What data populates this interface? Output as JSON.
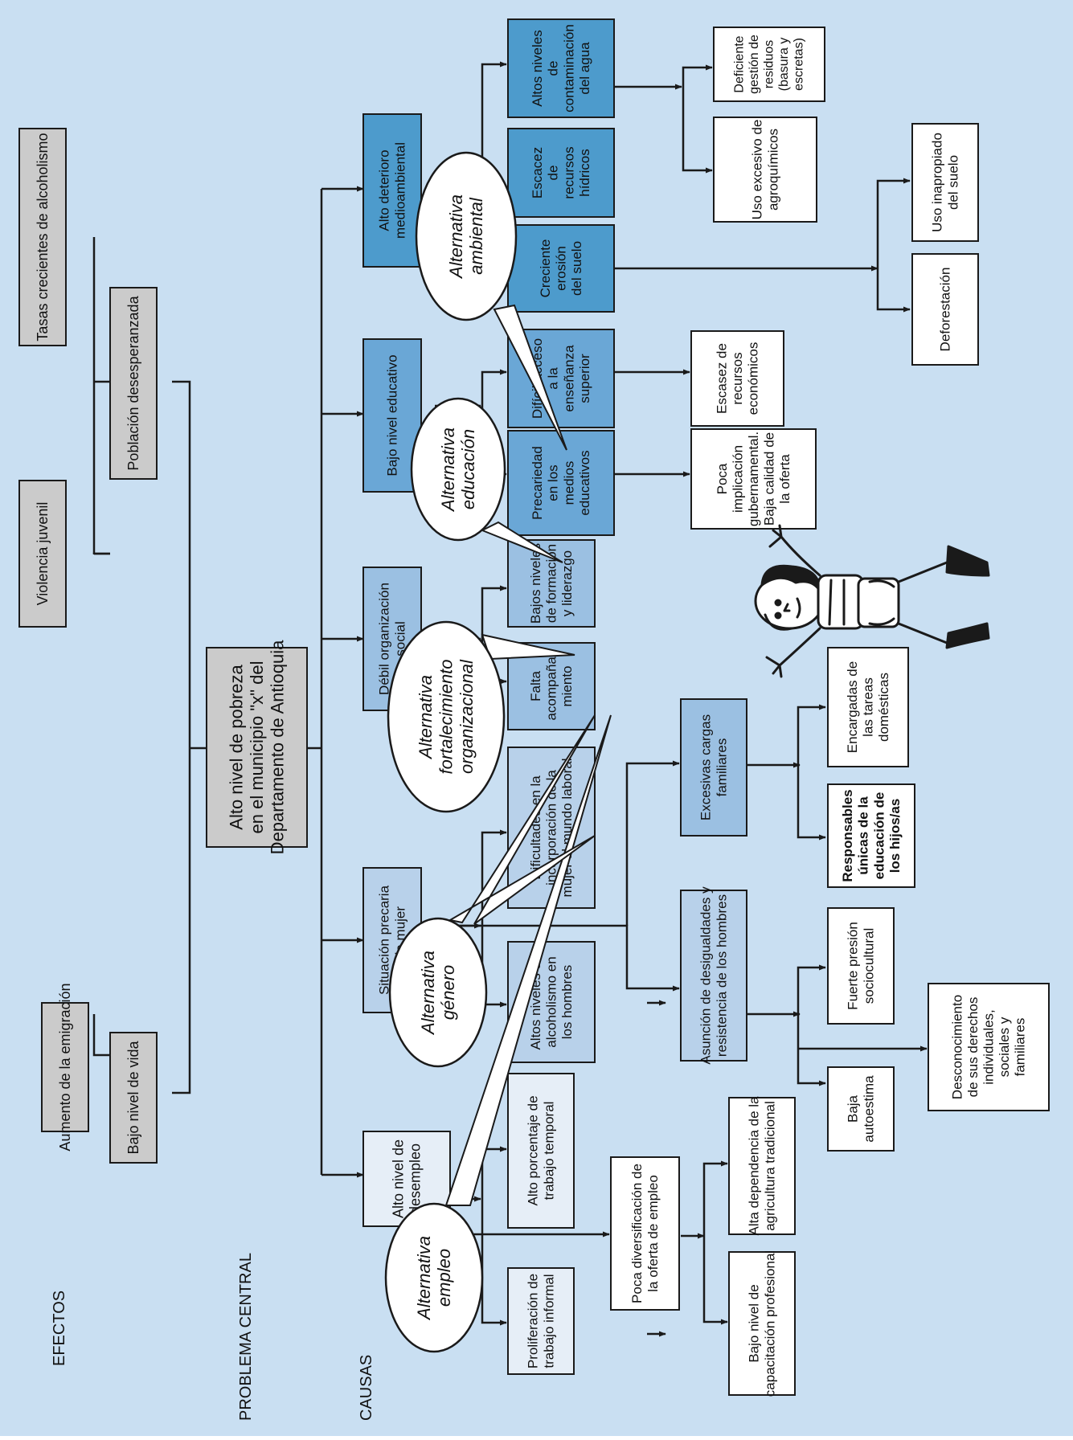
{
  "colors": {
    "background": "#c9dff2",
    "effect_box": "#cbcbcb",
    "central_box": "#cbcbcb",
    "level1_dark": "#4d9bcc",
    "level1_mid": "#6aa7d6",
    "level1_light": "#9bc0e2",
    "level1_lighter": "#b8d1ea",
    "level1_palest": "#e6eef7",
    "level2_dark": "#4d9bcc",
    "level2_mid": "#6aa7d6",
    "level2_light": "#9bc0e2",
    "level2_palest": "#e6eef7",
    "white_box": "#ffffff",
    "line": "#1a1a1a"
  },
  "sections": {
    "effects": "EFECTOS",
    "central": "PROBLEMA CENTRAL",
    "causes": "CAUSAS"
  },
  "effects": {
    "emigracion": [
      "Aumento de la emigración"
    ],
    "bajo_nivel_vida": [
      "Bajo nivel de vida"
    ],
    "violencia": [
      "Violencia juvenil"
    ],
    "desesperanza": [
      "Población desesperanzada"
    ],
    "alcoholismo": [
      "Tasas crecientes de alcoholismo"
    ]
  },
  "central_problem": [
    "Alto nivel de pobreza",
    "en el municipio \"x\" del",
    "Departamento de Antioquia"
  ],
  "causes": {
    "desempleo": [
      "Alto nivel de",
      "desempleo"
    ],
    "mujer": [
      "Situación precaria",
      "de la mujer"
    ],
    "organizacion": [
      "Débil organización",
      "social"
    ],
    "educativo": [
      "Bajo nivel educativo"
    ],
    "medioambiental": [
      "Alto deterioro",
      "medioambiental"
    ]
  },
  "subcauses": {
    "informal": [
      "Proliferación de",
      "trabajo informal"
    ],
    "temporal": [
      "Alto porcentaje de",
      "trabajo temporal"
    ],
    "alcoholismo_hombres": [
      "Altos niveles de",
      "alcoholismo en",
      "los hombres"
    ],
    "dificultades": [
      "Dificultades en la",
      "incorporación de la",
      "mujer al mundo laboral"
    ],
    "acompanamiento": [
      "Falta",
      "acompaña-",
      "miento"
    ],
    "formacion": [
      "Bajos niveles",
      "de formación",
      "y liderazgo"
    ],
    "precariedad": [
      "Precariedad",
      "en los",
      "medios",
      "educativos"
    ],
    "acceso": [
      "Difícil acceso",
      "a la",
      "enseñanza",
      "superior"
    ],
    "erosion": [
      "Creciente",
      "erosión",
      "del suelo"
    ],
    "hidricos": [
      "Escacez",
      "de",
      "recursos",
      "hídricos"
    ],
    "contaminacion": [
      "Altos niveles",
      "de",
      "contaminación",
      "del agua"
    ]
  },
  "third_level": {
    "diversificacion": [
      "Poca diversificación de",
      "la oferta de empleo"
    ],
    "desigualdades": [
      "Asunción de desigualdades y",
      "resistencia de los hombres"
    ],
    "cargas": [
      "Excesivas cargas",
      "familiares"
    ],
    "capacitacion": [
      "Bajo nivel de",
      "capacitación profesional"
    ],
    "agricultura": [
      "Alta dependencia de la",
      "agricultura tradicional"
    ],
    "autoestima": [
      "Baja",
      "autoestima"
    ],
    "desconocimiento": [
      "Desconocimiento",
      "de sus derechos",
      "individuales,",
      "sociales y",
      "familiares"
    ],
    "presion": [
      "Fuerte presión",
      "sociocultural"
    ],
    "responsables": [
      "Responsables",
      "únicas de la",
      "educación de",
      "los hijos/as"
    ],
    "tareas": [
      "Encargadas de",
      "las tareas",
      "domésticas"
    ],
    "implicacion": [
      "Poca",
      "implicación",
      "gubernamental.",
      "Baja calidad de",
      "la oferta"
    ],
    "economicos": [
      "Escasez de",
      "recursos",
      "económicos"
    ],
    "deforestacion": [
      "Deforestación"
    ],
    "uso_suelo": [
      "Uso inapropiado",
      "del suelo"
    ],
    "agroquimicos": [
      "Uso excesivo de",
      "agroquímicos"
    ],
    "residuos": [
      "Deficiente",
      "gestión de",
      "residuos",
      "(basura y",
      "escretas)"
    ]
  },
  "bubbles": {
    "empleo": [
      "Alternativa",
      "empleo"
    ],
    "genero": [
      "Alternativa",
      "género"
    ],
    "organizacional": [
      "Alternativa",
      "fortalecimiento",
      "organizacional"
    ],
    "educacion": [
      "Alternativa",
      "educación"
    ],
    "ambiental": [
      "Alternativa",
      "ambiental"
    ]
  },
  "figure_icon": "cartoon-person-arms-raised"
}
